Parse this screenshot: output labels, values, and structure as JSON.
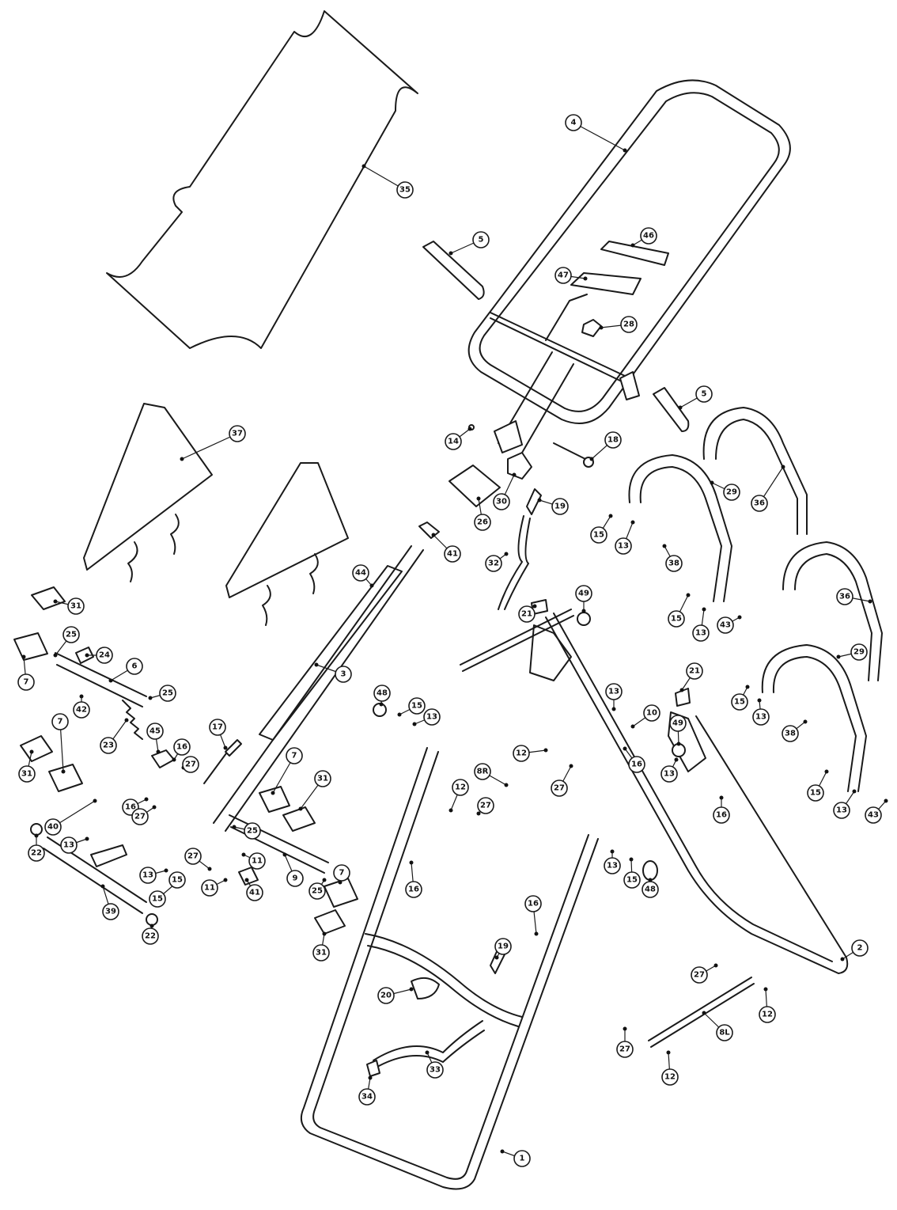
{
  "colors": {
    "line": "#1a1a1a",
    "background": "#ffffff"
  },
  "callouts": [
    {
      "label": "35",
      "name": "callout-35"
    },
    {
      "label": "4",
      "name": "callout-4"
    },
    {
      "label": "5",
      "name": "callout-5-left"
    },
    {
      "label": "46",
      "name": "callout-46"
    },
    {
      "label": "47",
      "name": "callout-47"
    },
    {
      "label": "28",
      "name": "callout-28"
    },
    {
      "label": "5",
      "name": "callout-5-right"
    },
    {
      "label": "14",
      "name": "callout-14"
    },
    {
      "label": "18",
      "name": "callout-18"
    },
    {
      "label": "36",
      "name": "callout-36-top"
    },
    {
      "label": "37",
      "name": "callout-37"
    },
    {
      "label": "26",
      "name": "callout-26"
    },
    {
      "label": "30",
      "name": "callout-30"
    },
    {
      "label": "19",
      "name": "callout-19-top"
    },
    {
      "label": "29",
      "name": "callout-29-top"
    },
    {
      "label": "15",
      "name": "callout-15-a"
    },
    {
      "label": "13",
      "name": "callout-13-a"
    },
    {
      "label": "38",
      "name": "callout-38-a"
    },
    {
      "label": "41",
      "name": "callout-41-top"
    },
    {
      "label": "32",
      "name": "callout-32"
    },
    {
      "label": "44",
      "name": "callout-44"
    },
    {
      "label": "15",
      "name": "callout-15-b"
    },
    {
      "label": "13",
      "name": "callout-13-b"
    },
    {
      "label": "43",
      "name": "callout-43-a"
    },
    {
      "label": "36",
      "name": "callout-36-bottom"
    },
    {
      "label": "31",
      "name": "callout-31-a"
    },
    {
      "label": "21",
      "name": "callout-21-a"
    },
    {
      "label": "49",
      "name": "callout-49-a"
    },
    {
      "label": "7",
      "name": "callout-7-a"
    },
    {
      "label": "25",
      "name": "callout-25-a"
    },
    {
      "label": "24",
      "name": "callout-24"
    },
    {
      "label": "6",
      "name": "callout-6"
    },
    {
      "label": "3",
      "name": "callout-3"
    },
    {
      "label": "29",
      "name": "callout-29-bottom"
    },
    {
      "label": "21",
      "name": "callout-21-b"
    },
    {
      "label": "13",
      "name": "callout-13-c"
    },
    {
      "label": "15",
      "name": "callout-15-c"
    },
    {
      "label": "42",
      "name": "callout-42"
    },
    {
      "label": "25",
      "name": "callout-25-b"
    },
    {
      "label": "48",
      "name": "callout-48-a"
    },
    {
      "label": "15",
      "name": "callout-15-d"
    },
    {
      "label": "13",
      "name": "callout-13-d"
    },
    {
      "label": "10",
      "name": "callout-10"
    },
    {
      "label": "13",
      "name": "callout-13-e"
    },
    {
      "label": "38",
      "name": "callout-38-b"
    },
    {
      "label": "49",
      "name": "callout-49-b"
    },
    {
      "label": "7",
      "name": "callout-7-b"
    },
    {
      "label": "23",
      "name": "callout-23"
    },
    {
      "label": "17",
      "name": "callout-17"
    },
    {
      "label": "45",
      "name": "callout-45"
    },
    {
      "label": "16",
      "name": "callout-16-a"
    },
    {
      "label": "27",
      "name": "callout-27-a"
    },
    {
      "label": "12",
      "name": "callout-12-a"
    },
    {
      "label": "16",
      "name": "callout-16-b"
    },
    {
      "label": "31",
      "name": "callout-31-b"
    },
    {
      "label": "7",
      "name": "callout-7-c"
    },
    {
      "label": "31",
      "name": "callout-31-c"
    },
    {
      "label": "8R",
      "name": "callout-8r"
    },
    {
      "label": "12",
      "name": "callout-12-b"
    },
    {
      "label": "27",
      "name": "callout-27-b"
    },
    {
      "label": "13",
      "name": "callout-13-f"
    },
    {
      "label": "15",
      "name": "callout-15-e"
    },
    {
      "label": "13",
      "name": "callout-13-g"
    },
    {
      "label": "43",
      "name": "callout-43-b"
    },
    {
      "label": "16",
      "name": "callout-16-c"
    },
    {
      "label": "27",
      "name": "callout-27-c"
    },
    {
      "label": "16",
      "name": "callout-16-d"
    },
    {
      "label": "40",
      "name": "callout-40"
    },
    {
      "label": "13",
      "name": "callout-13-h"
    },
    {
      "label": "25",
      "name": "callout-25-c"
    },
    {
      "label": "27",
      "name": "callout-27-d"
    },
    {
      "label": "11",
      "name": "callout-11-a"
    },
    {
      "label": "13",
      "name": "callout-13-i"
    },
    {
      "label": "15",
      "name": "callout-15-f"
    },
    {
      "label": "9",
      "name": "callout-9"
    },
    {
      "label": "11",
      "name": "callout-11-b"
    },
    {
      "label": "27",
      "name": "callout-27-e"
    },
    {
      "label": "22",
      "name": "callout-22-a"
    },
    {
      "label": "13",
      "name": "callout-13-j"
    },
    {
      "label": "15",
      "name": "callout-15-g"
    },
    {
      "label": "48",
      "name": "callout-48-b"
    },
    {
      "label": "7",
      "name": "callout-7-d"
    },
    {
      "label": "25",
      "name": "callout-25-d"
    },
    {
      "label": "41",
      "name": "callout-41-bottom"
    },
    {
      "label": "16",
      "name": "callout-16-e"
    },
    {
      "label": "15",
      "name": "callout-15-h"
    },
    {
      "label": "39",
      "name": "callout-39"
    },
    {
      "label": "22",
      "name": "callout-22-b"
    },
    {
      "label": "31",
      "name": "callout-31-d"
    },
    {
      "label": "16",
      "name": "callout-16-f"
    },
    {
      "label": "2",
      "name": "callout-2"
    },
    {
      "label": "19",
      "name": "callout-19-bottom"
    },
    {
      "label": "20",
      "name": "callout-20"
    },
    {
      "label": "27",
      "name": "callout-27-f"
    },
    {
      "label": "12",
      "name": "callout-12-c"
    },
    {
      "label": "8L",
      "name": "callout-8l"
    },
    {
      "label": "27",
      "name": "callout-27-g"
    },
    {
      "label": "33",
      "name": "callout-33"
    },
    {
      "label": "12",
      "name": "callout-12-d"
    },
    {
      "label": "34",
      "name": "callout-34"
    },
    {
      "label": "1",
      "name": "callout-1"
    }
  ]
}
